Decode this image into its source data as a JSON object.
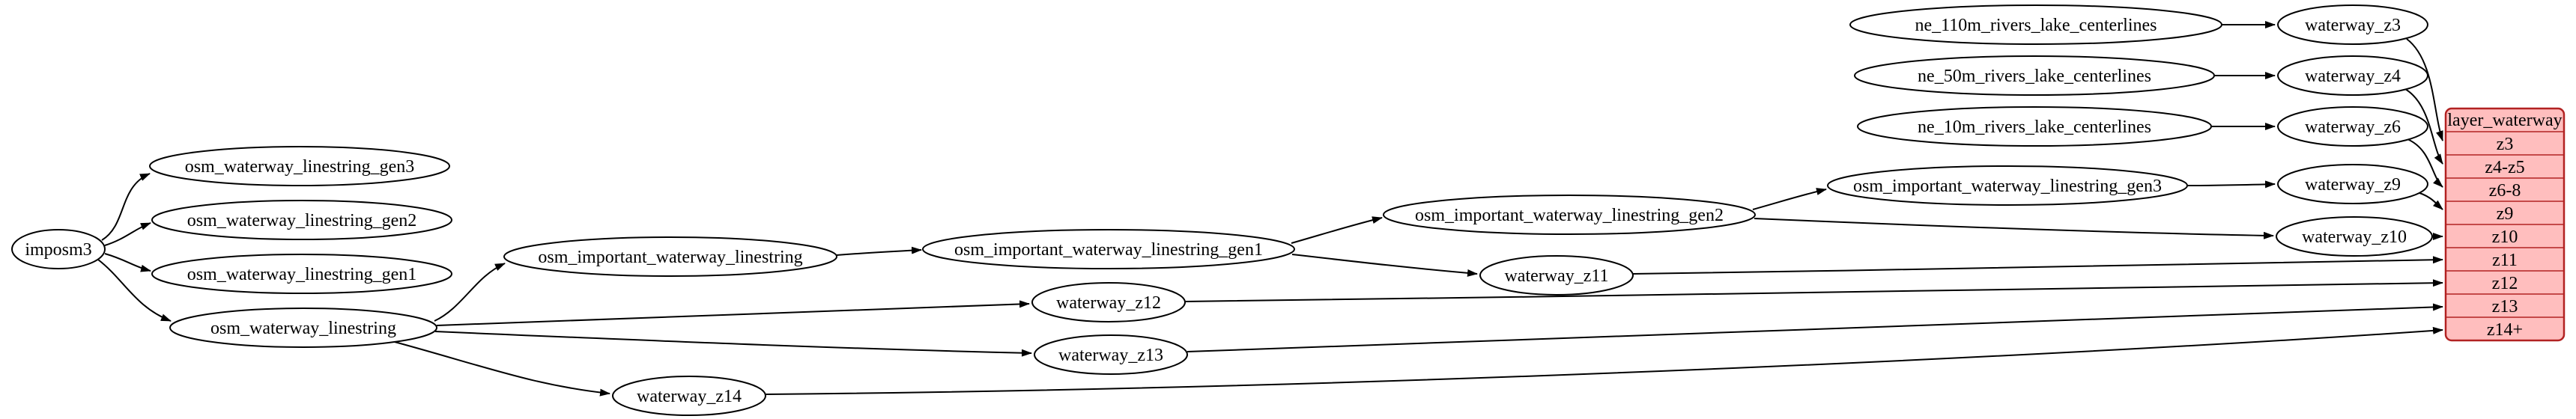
{
  "colors": {
    "background": "#ffffff",
    "edge": "#000000",
    "text": "#000000",
    "node_fill": "#ffffff",
    "node_stroke": "#000000",
    "record_fill": "#ffbebe",
    "record_stroke": "#b22222"
  },
  "nodes": {
    "imposm3": "imposm3",
    "osm_waterway_linestring_gen3": "osm_waterway_linestring_gen3",
    "osm_waterway_linestring_gen2": "osm_waterway_linestring_gen2",
    "osm_waterway_linestring_gen1": "osm_waterway_linestring_gen1",
    "osm_waterway_linestring": "osm_waterway_linestring",
    "osm_important_waterway_linestring": "osm_important_waterway_linestring",
    "osm_important_waterway_linestring_gen1": "osm_important_waterway_linestring_gen1",
    "osm_important_waterway_linestring_gen2": "osm_important_waterway_linestring_gen2",
    "osm_important_waterway_linestring_gen3": "osm_important_waterway_linestring_gen3",
    "ne_110m_rivers_lake_centerlines": "ne_110m_rivers_lake_centerlines",
    "ne_50m_rivers_lake_centerlines": "ne_50m_rivers_lake_centerlines",
    "ne_10m_rivers_lake_centerlines": "ne_10m_rivers_lake_centerlines",
    "waterway_z3": "waterway_z3",
    "waterway_z4": "waterway_z4",
    "waterway_z6": "waterway_z6",
    "waterway_z9": "waterway_z9",
    "waterway_z10": "waterway_z10",
    "waterway_z11": "waterway_z11",
    "waterway_z12": "waterway_z12",
    "waterway_z13": "waterway_z13",
    "waterway_z14": "waterway_z14"
  },
  "record": {
    "title": "layer_waterway",
    "rows": [
      "z3",
      "z4-z5",
      "z6-8",
      "z9",
      "z10",
      "z11",
      "z12",
      "z13",
      "z14+"
    ]
  }
}
